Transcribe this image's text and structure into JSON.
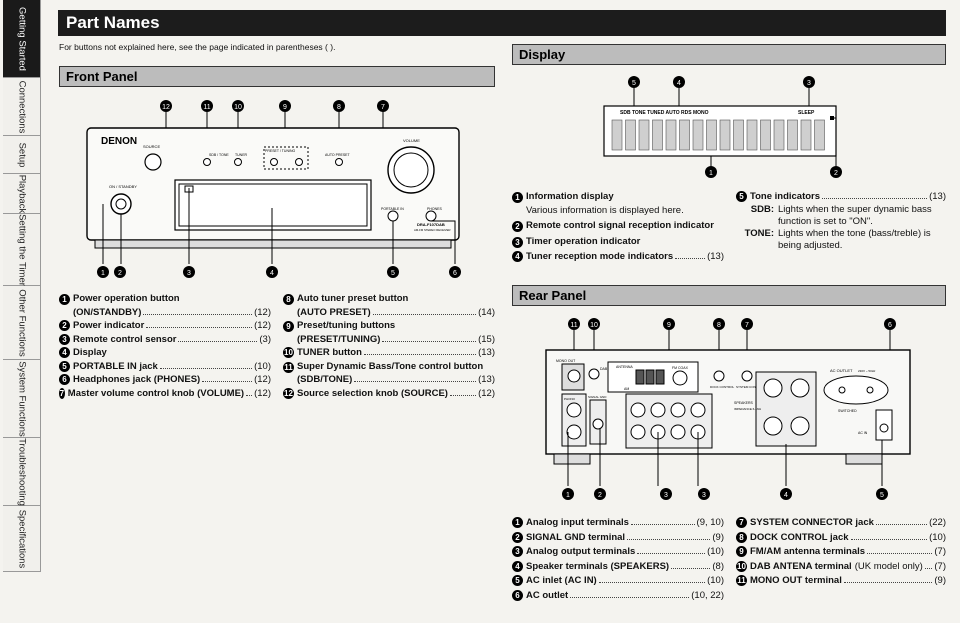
{
  "tabs": [
    {
      "label": "Getting Started",
      "active": true
    },
    {
      "label": "Connections",
      "active": false
    },
    {
      "label": "Setup",
      "active": false
    },
    {
      "label": "Playback",
      "active": false
    },
    {
      "label": "Setting the Timer",
      "active": false
    },
    {
      "label": "Other Functions",
      "active": false
    },
    {
      "label": "System Functions",
      "active": false
    },
    {
      "label": "Troubleshooting",
      "active": false
    },
    {
      "label": "Specifications",
      "active": false
    }
  ],
  "page_title": "Part Names",
  "intro_note": "For buttons not explained here, see the page indicated in parentheses ( ).",
  "front_panel": {
    "heading": "Front Panel",
    "device": {
      "brand": "DENON",
      "source": "SOURCE",
      "on_standby": "ON / STANDBY",
      "volume": "VOLUME",
      "sdb_tone": "SDB / TONE",
      "tuner": "TUNER",
      "preset_tuning": "PRESET / TUNING",
      "auto_preset": "AUTO PRESET",
      "portable_in": "PORTABLE IN",
      "phones": "PHONES",
      "model": "DRA-F107DAB",
      "model_sub": "AM-FM STEREO RECEIVER"
    },
    "callouts_top": [
      "12",
      "11",
      "10",
      "9",
      "8",
      "7"
    ],
    "callouts_bottom": [
      "1",
      "2",
      "3",
      "4",
      "5",
      "6"
    ],
    "items_left": [
      {
        "n": "1",
        "label": "Power operation button",
        "label2": "(ON/STANDBY)",
        "page": "(12)"
      },
      {
        "n": "2",
        "label": "Power indicator",
        "page": "(12)"
      },
      {
        "n": "3",
        "label": "Remote control sensor",
        "page": "(3)"
      },
      {
        "n": "4",
        "label": "Display",
        "page": ""
      },
      {
        "n": "5",
        "label": "PORTABLE IN jack",
        "page": "(10)"
      },
      {
        "n": "6",
        "label": "Headphones jack (PHONES)",
        "page": "(12)"
      },
      {
        "n": "7",
        "label": "Master volume control knob (VOLUME)",
        "page": "(12)"
      }
    ],
    "items_right": [
      {
        "n": "8",
        "label": "Auto tuner preset button",
        "label2": "(AUTO PRESET)",
        "page": "(14)"
      },
      {
        "n": "9",
        "label": "Preset/tuning buttons",
        "label2": "(PRESET/TUNING)",
        "page": "(15)"
      },
      {
        "n": "10",
        "label": "TUNER button",
        "page": "(13)"
      },
      {
        "n": "11",
        "label": "Super Dynamic Bass/Tone control button",
        "label2": "(SDB/TONE)",
        "page": "(13)"
      },
      {
        "n": "12",
        "label": "Source selection knob (SOURCE)",
        "page": "(12)"
      }
    ]
  },
  "display": {
    "heading": "Display",
    "segment_labels": "SDB TONE TUNED AUTO RDS MONO",
    "sleep_label": "SLEEP",
    "callouts_top": [
      "5",
      "4",
      "3"
    ],
    "callouts_bottom": [
      "1",
      "2"
    ],
    "items_left": [
      {
        "n": "1",
        "label": "Information display",
        "desc": "Various information is displayed here.",
        "page": ""
      },
      {
        "n": "2",
        "label": "Remote control signal reception indicator",
        "page": ""
      },
      {
        "n": "3",
        "label": "Timer operation indicator",
        "page": ""
      },
      {
        "n": "4",
        "label": "Tuner reception mode indicators",
        "page": "(13)"
      }
    ],
    "tone_item": {
      "n": "5",
      "label": "Tone indicators",
      "page": "(13)"
    },
    "tone_desc": [
      {
        "key": "SDB:",
        "text": "Lights when the super dynamic bass function is set to \"ON\"."
      },
      {
        "key": "TONE:",
        "text": "Lights when the tone (bass/treble) is being adjusted."
      }
    ]
  },
  "rear_panel": {
    "heading": "Rear Panel",
    "device": {
      "antenna": "ANTENNA",
      "dab": "DAB",
      "fm_coax": "FM COAX",
      "am": "AM",
      "dock_control": "DOCK CONTROL",
      "system_connector": "SYSTEM CONNECTOR",
      "speakers": "SPEAKERS",
      "impedance": "IMPEDANCE 6-16Ω",
      "ac_outlet": "AC OUTLET",
      "ac_outlet_spec": "230V ~ 50Hz",
      "switched": "SWITCHED",
      "ac_in": "AC IN",
      "phono": "PHONO",
      "signal_gnd": "SIGNAL GND",
      "mono_out": "MONO OUT"
    },
    "callouts_top": [
      "11",
      "10",
      "9",
      "8",
      "7",
      "6"
    ],
    "callouts_bottom": [
      "1",
      "2",
      "3",
      "4",
      "5"
    ],
    "items_left": [
      {
        "n": "1",
        "label": "Analog input terminals",
        "page": "(9, 10)"
      },
      {
        "n": "2",
        "label": "SIGNAL GND terminal",
        "page": "(9)"
      },
      {
        "n": "3",
        "label": "Analog output terminals",
        "page": "(10)"
      },
      {
        "n": "4",
        "label": "Speaker terminals (SPEAKERS)",
        "page": "(8)"
      },
      {
        "n": "5",
        "label": "AC inlet (AC IN)",
        "page": "(10)"
      },
      {
        "n": "6",
        "label": "AC outlet",
        "page": "(10, 22)"
      }
    ],
    "items_right": [
      {
        "n": "7",
        "label": "SYSTEM CONNECTOR jack",
        "page": "(22)"
      },
      {
        "n": "8",
        "label": "DOCK CONTROL jack",
        "page": "(10)"
      },
      {
        "n": "9",
        "label": "FM/AM antenna terminals",
        "page": "(7)"
      },
      {
        "n": "10",
        "label": "DAB ANTENA terminal",
        "suffix": "(UK model only)",
        "page": "(7)"
      },
      {
        "n": "11",
        "label": "MONO OUT terminal",
        "page": "(9)"
      }
    ]
  }
}
